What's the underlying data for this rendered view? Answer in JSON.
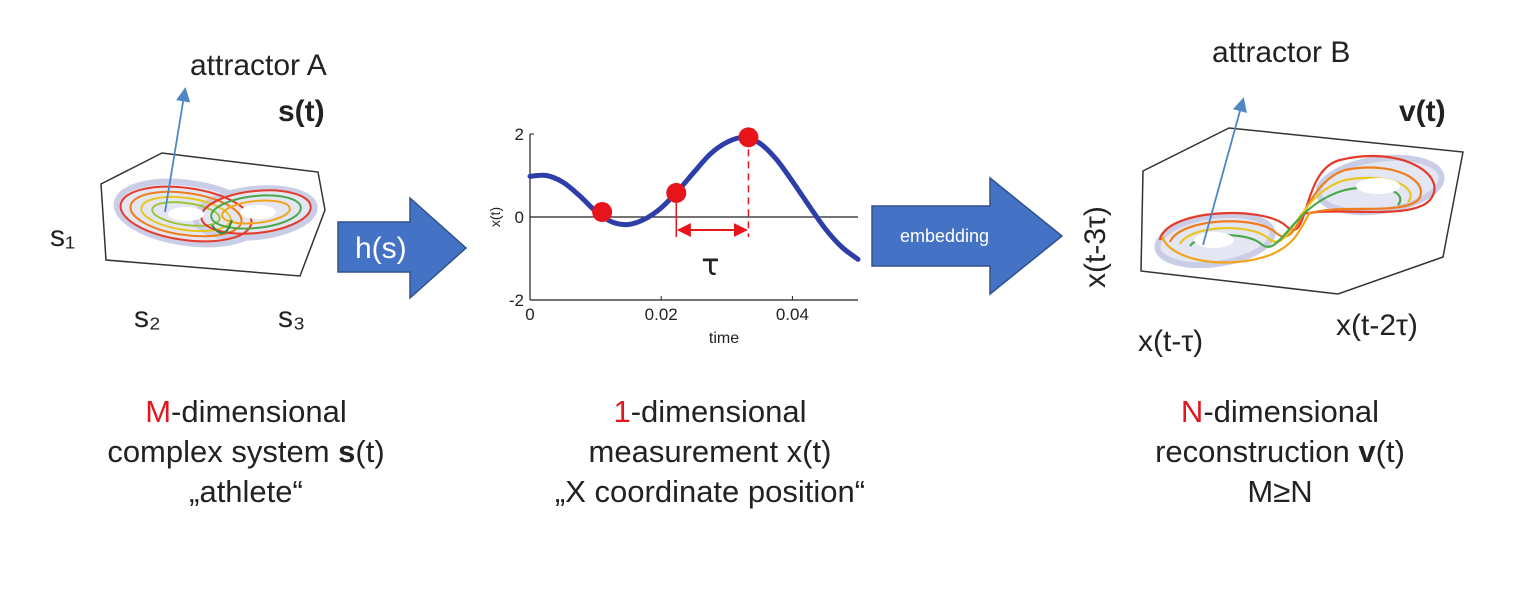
{
  "colors": {
    "arrow_fill": "#4472c4",
    "arrow_stroke": "#2f528f",
    "signal": "#2e3ea8",
    "marker": "#e8141b",
    "accent_red": "#e0191e",
    "pointer": "#4f86c6"
  },
  "left": {
    "attractor_label": "attractor A",
    "state_label": "s(t)",
    "state_bold": "t",
    "axis1": "s₁",
    "axis2": "s₂",
    "axis3": "s₃",
    "caption": {
      "prefix": "M",
      "line1_rest": "-dimensional",
      "line2_a": "complex system ",
      "line2_bold": "s",
      "line2_b": "(t)",
      "line3": "„athlete“"
    }
  },
  "arrow1": {
    "label": "h(s)",
    "icon": "right-arrow-icon"
  },
  "arrow2": {
    "label": "embedding",
    "icon": "right-arrow-icon"
  },
  "middle": {
    "caption": {
      "prefix": "1",
      "line1_rest": "-dimensional",
      "line2": "measurement x(t)",
      "line3": "„X coordinate position“"
    }
  },
  "right": {
    "attractor_label": "attractor B",
    "state_label": "v(t)",
    "axis_vertical": "x(t-3τ)",
    "axis_bottom_left": "x(t-τ)",
    "axis_bottom_right": "x(t-2τ)",
    "caption": {
      "prefix": "N",
      "line1_rest": "-dimensional",
      "line2_a": "reconstruction ",
      "line2_bold": "v",
      "line2_b": "(t)",
      "line3": "M≥N"
    }
  },
  "chart_data": {
    "type": "line",
    "title": "",
    "xlabel": "time",
    "ylabel": "x(t)",
    "xlim": [
      0,
      0.05
    ],
    "ylim": [
      -2,
      2
    ],
    "xticks": [
      0,
      0.02,
      0.04
    ],
    "xtick_labels": [
      "0",
      "0.02",
      "0.04"
    ],
    "yticks": [
      -2,
      0,
      2
    ],
    "ytick_labels": [
      "-2",
      "0",
      "2"
    ],
    "series": [
      {
        "x": [
          0,
          0.0025,
          0.005,
          0.0075,
          0.01,
          0.0125,
          0.015,
          0.0175,
          0.02,
          0.0225,
          0.025,
          0.0275,
          0.03,
          0.0325,
          0.035,
          0.0375,
          0.04,
          0.0425,
          0.045,
          0.0475,
          0.05
        ],
        "y": [
          0.98,
          1.0,
          0.84,
          0.52,
          0.14,
          -0.12,
          -0.18,
          -0.05,
          0.22,
          0.62,
          1.08,
          1.52,
          1.8,
          1.92,
          1.78,
          1.4,
          0.86,
          0.28,
          -0.28,
          -0.72,
          -1.02
        ]
      }
    ],
    "markers": [
      {
        "x": 0.011,
        "y": 0.12
      },
      {
        "x": 0.0223,
        "y": 0.58
      },
      {
        "x": 0.0333,
        "y": 1.92
      }
    ],
    "annotation": "τ"
  }
}
